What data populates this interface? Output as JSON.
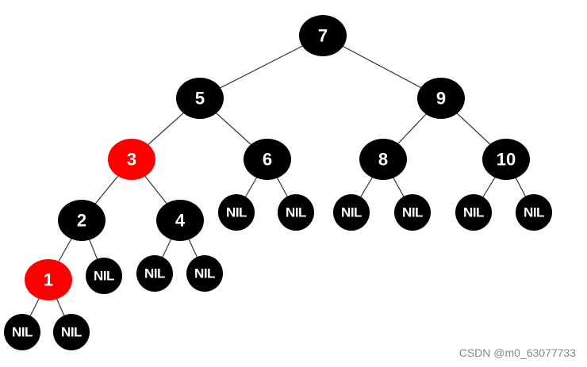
{
  "colors": {
    "black": "#000000",
    "red": "#ff0000",
    "edge": "#333333",
    "text": "#ffffff"
  },
  "nodes": [
    {
      "id": "n7",
      "label": "7",
      "color": "black"
    },
    {
      "id": "n5",
      "label": "5",
      "color": "black"
    },
    {
      "id": "n9",
      "label": "9",
      "color": "black"
    },
    {
      "id": "n3",
      "label": "3",
      "color": "red"
    },
    {
      "id": "n6",
      "label": "6",
      "color": "black"
    },
    {
      "id": "n8",
      "label": "8",
      "color": "black"
    },
    {
      "id": "n10",
      "label": "10",
      "color": "black"
    },
    {
      "id": "n2",
      "label": "2",
      "color": "black"
    },
    {
      "id": "n4",
      "label": "4",
      "color": "black"
    },
    {
      "id": "n6l",
      "label": "NIL",
      "color": "black"
    },
    {
      "id": "n6r",
      "label": "NIL",
      "color": "black"
    },
    {
      "id": "n8l",
      "label": "NIL",
      "color": "black"
    },
    {
      "id": "n8r",
      "label": "NIL",
      "color": "black"
    },
    {
      "id": "n10l",
      "label": "NIL",
      "color": "black"
    },
    {
      "id": "n10r",
      "label": "NIL",
      "color": "black"
    },
    {
      "id": "n1",
      "label": "1",
      "color": "red"
    },
    {
      "id": "n2r",
      "label": "NIL",
      "color": "black"
    },
    {
      "id": "n4l",
      "label": "NIL",
      "color": "black"
    },
    {
      "id": "n4r",
      "label": "NIL",
      "color": "black"
    },
    {
      "id": "n1l",
      "label": "NIL",
      "color": "black"
    },
    {
      "id": "n1r",
      "label": "NIL",
      "color": "black"
    }
  ],
  "edges": [
    [
      "n7",
      "n5"
    ],
    [
      "n7",
      "n9"
    ],
    [
      "n5",
      "n3"
    ],
    [
      "n5",
      "n6"
    ],
    [
      "n9",
      "n8"
    ],
    [
      "n9",
      "n10"
    ],
    [
      "n3",
      "n2"
    ],
    [
      "n3",
      "n4"
    ],
    [
      "n6",
      "n6l"
    ],
    [
      "n6",
      "n6r"
    ],
    [
      "n8",
      "n8l"
    ],
    [
      "n8",
      "n8r"
    ],
    [
      "n10",
      "n10l"
    ],
    [
      "n10",
      "n10r"
    ],
    [
      "n2",
      "n1"
    ],
    [
      "n2",
      "n2r"
    ],
    [
      "n4",
      "n4l"
    ],
    [
      "n4",
      "n4r"
    ],
    [
      "n1",
      "n1l"
    ],
    [
      "n1",
      "n1r"
    ]
  ],
  "watermark": "CSDN @m0_63077733"
}
